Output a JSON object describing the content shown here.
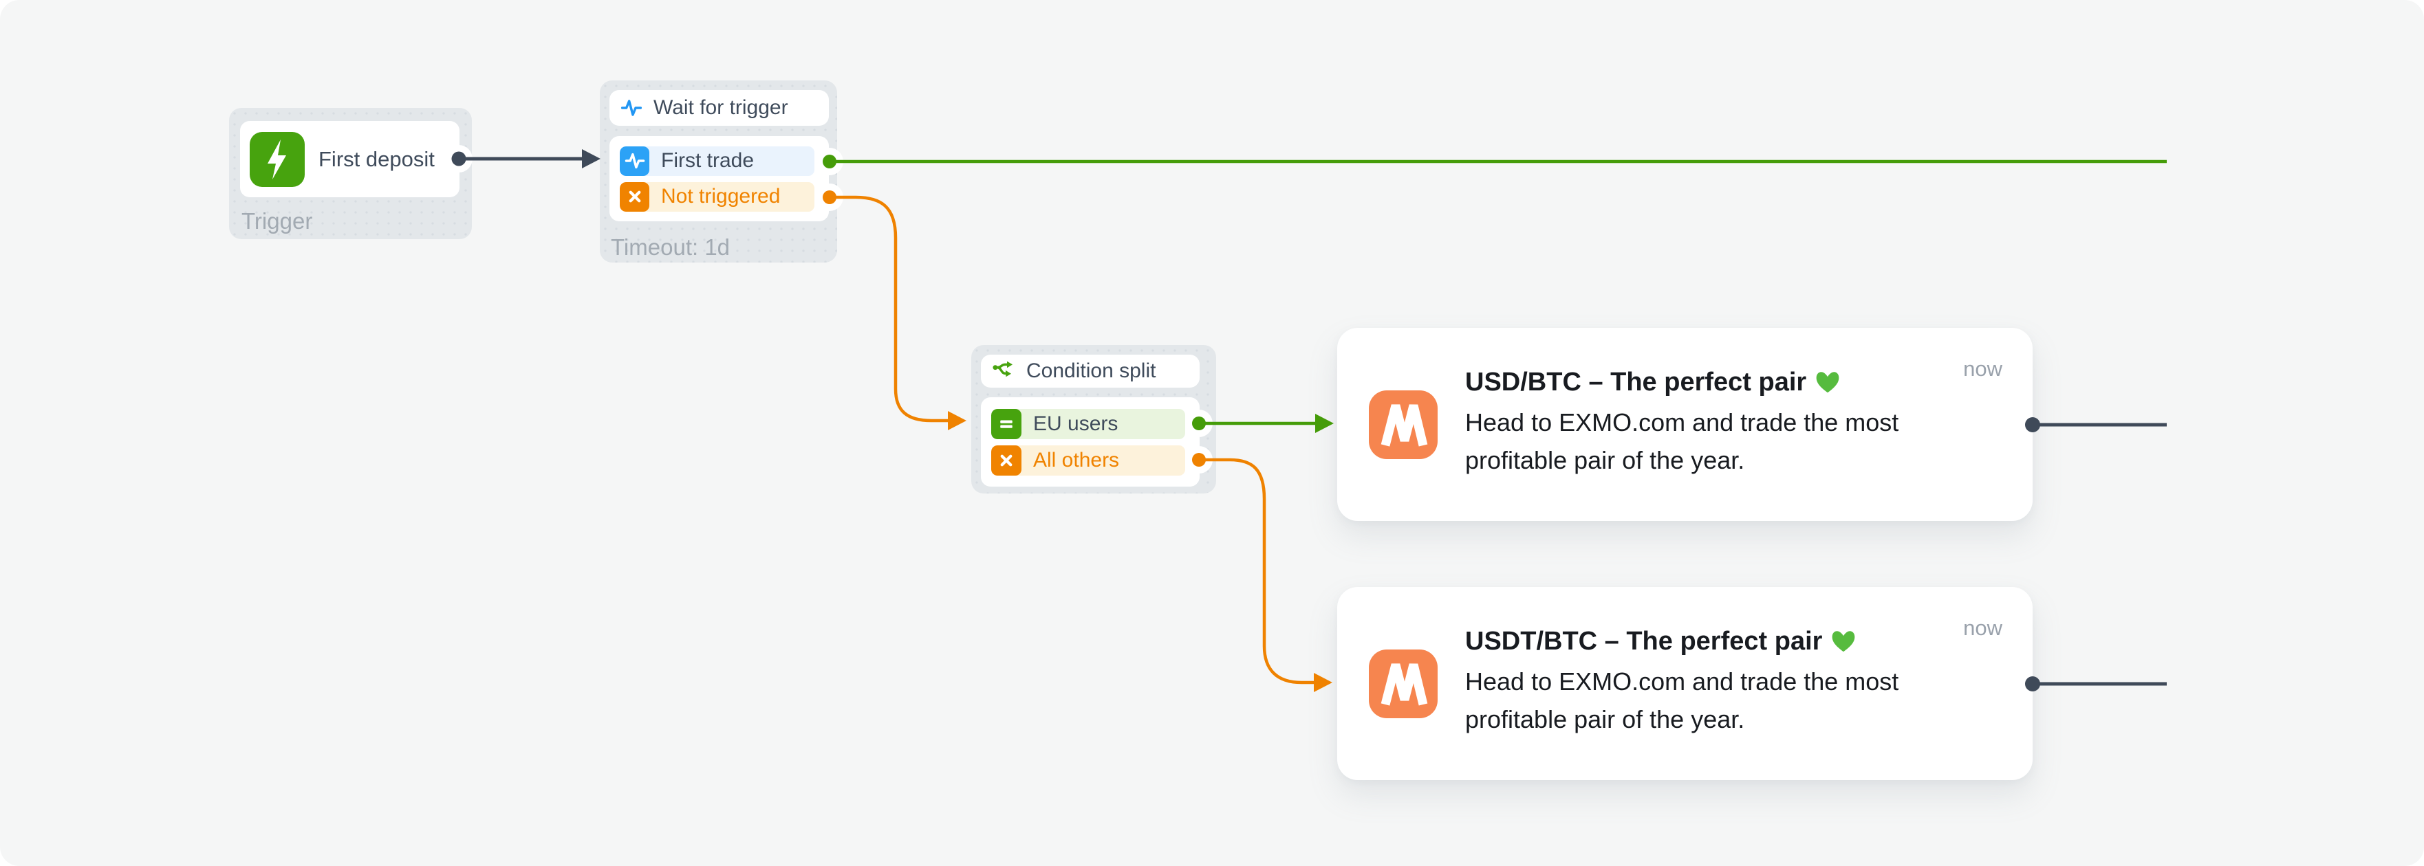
{
  "flow": {
    "trigger_node": {
      "icon": "lightning-bolt",
      "label": "First deposit",
      "caption": "Trigger"
    },
    "wait_node": {
      "icon": "pulse",
      "title": "Wait for trigger",
      "branches": [
        {
          "icon": "pulse",
          "label": "First trade",
          "state": "success"
        },
        {
          "icon": "cross",
          "label": "Not triggered",
          "state": "timeout"
        }
      ],
      "caption": "Timeout: 1d"
    },
    "condition_node": {
      "icon": "split-arrows",
      "title": "Condition split",
      "branches": [
        {
          "icon": "equals",
          "label": "EU users",
          "state": "match"
        },
        {
          "icon": "cross",
          "label": "All others",
          "state": "else"
        }
      ]
    },
    "messages": [
      {
        "logo": "m-logo",
        "title": "USD/BTC – The perfect pair",
        "emoji": "💚",
        "body": "Head to EXMO.com and trade the most profitable pair of the year.",
        "timestamp": "now"
      },
      {
        "logo": "m-logo",
        "title": "USDT/BTC – The perfect pair",
        "emoji": "💚",
        "body": "Head to EXMO.com and trade the most profitable pair of the year.",
        "timestamp": "now"
      }
    ]
  },
  "colors": {
    "green": "#459c09",
    "orange": "#ef8200",
    "blue": "#2ca2f6",
    "slate": "#3f4a59",
    "logo_orange": "#f6854f",
    "node_bg": "#e3e7ea"
  }
}
